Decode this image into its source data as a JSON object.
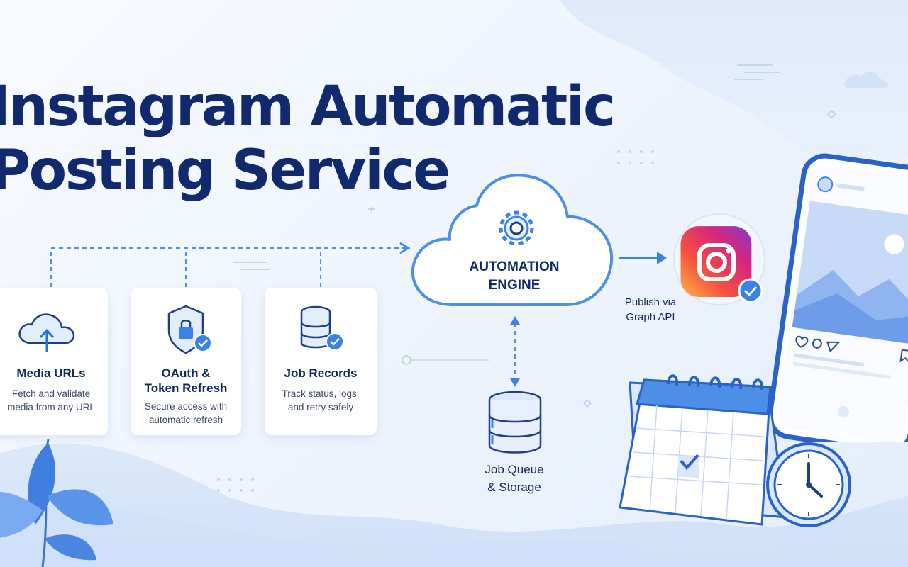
{
  "title": {
    "line1": "Instagram Automatic",
    "line2": "Posting Service"
  },
  "cards": [
    {
      "icon": "cloud-upload-icon",
      "title_lines": [
        "Media URLs"
      ],
      "desc_lines": [
        "Fetch and validate",
        "media from any URL"
      ]
    },
    {
      "icon": "shield-lock-icon",
      "title_lines": [
        "OAuth &",
        "Token Refresh"
      ],
      "desc_lines": [
        "Secure access with",
        "automatic refresh"
      ]
    },
    {
      "icon": "database-check-icon",
      "title_lines": [
        "Job Records"
      ],
      "desc_lines": [
        "Track status, logs,",
        "and retry safely"
      ]
    }
  ],
  "engine": {
    "icon": "gear-icon",
    "label_lines": [
      "AUTOMATION",
      "ENGINE"
    ]
  },
  "queue": {
    "icon": "database-icon",
    "label_lines": [
      "Job Queue",
      "& Storage"
    ]
  },
  "publish": {
    "label_lines": [
      "Publish via",
      "Graph API"
    ],
    "icon": "instagram-logo"
  },
  "colors": {
    "title": "#112a6e",
    "accent": "#3b82e6",
    "line": "#4d8fe6",
    "card_bg": "#ffffff"
  }
}
